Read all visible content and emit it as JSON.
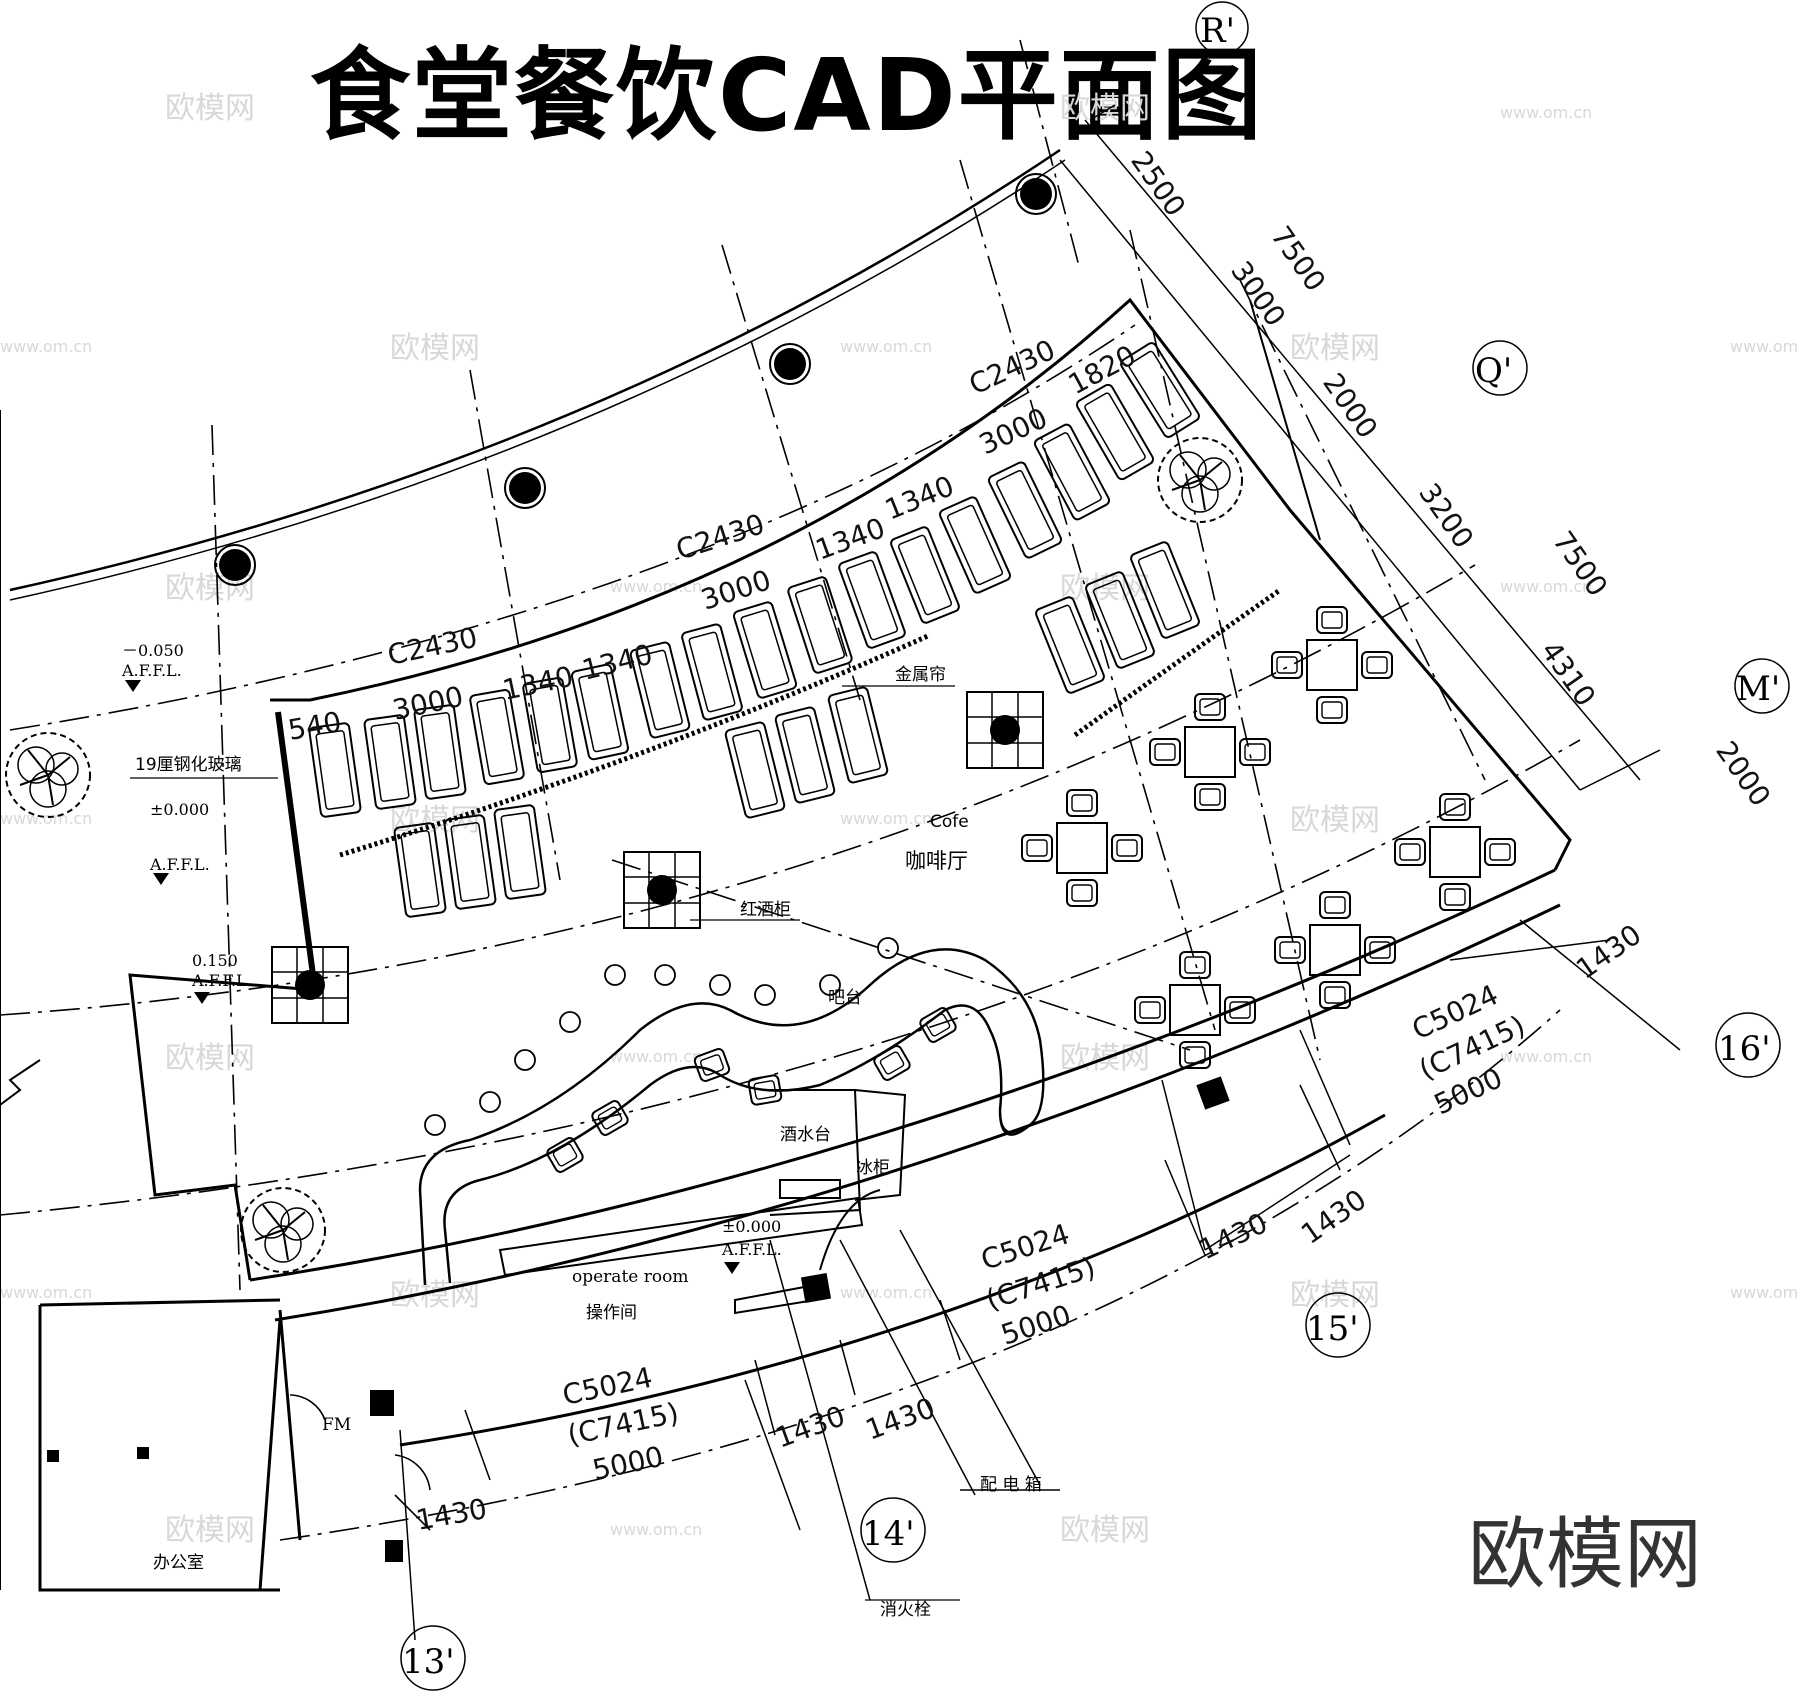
{
  "title": "食堂餐饮CAD平面图",
  "brand": "欧模网",
  "watermark": {
    "logo": "欧模网",
    "url": "www.om.cn"
  },
  "axes": {
    "r": "R'",
    "q": "Q'",
    "m": "M'",
    "a16": "16'",
    "a15": "15'",
    "a14": "14'",
    "a13": "13'"
  },
  "dims": {
    "d2500": "2500",
    "d7500a": "7500",
    "d3000": "3000",
    "d2000a": "2000",
    "d3200": "3200",
    "d7500b": "7500",
    "d4310": "4310",
    "d2000b": "2000",
    "d1430": "1430",
    "c2430": "C2430",
    "d3000s": "3000",
    "d1340": "1340",
    "d1340b": "1340",
    "d1820": "1820",
    "d540": "540",
    "c5024": "C5024",
    "c7415": "(C7415)",
    "d5000": "5000"
  },
  "labels": {
    "metal_curtain": "金属帘",
    "glass": "19厘钢化玻璃",
    "cafe_en": "Cofe",
    "cafe_cn": "咖啡厅",
    "wine_cabinet": "红酒柜",
    "bar": "吧台",
    "drinks_counter": "酒水台",
    "fridge": "冰柜",
    "operate_en": "operate room",
    "operate_cn": "操作间",
    "elec_box": "配 电 箱",
    "hydrant": "消火栓",
    "office": "办公室",
    "fm": "FM"
  },
  "levels": {
    "l1": "－0.050",
    "l2": "±0.000",
    "l3": "0.150",
    "l4": "±0.000",
    "afl": "A.F.F.L."
  }
}
